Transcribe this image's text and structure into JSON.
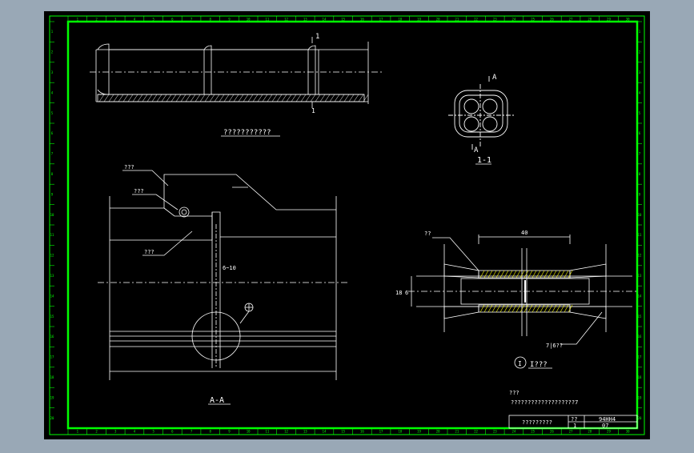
{
  "colors": {
    "viewport_bg": "#99a8b6",
    "sheet_bg": "#000000",
    "frame": "#00ff00",
    "line": "#ffffff",
    "highlight": "#ffff00"
  },
  "titles": {
    "elevation": "???????????",
    "section_11": "1-1",
    "section_aa": "A-A",
    "detail_i": "I???"
  },
  "marks": {
    "cut_1": "1",
    "cut_1b": "1",
    "cut_a_top": "A",
    "cut_a_bottom": "A",
    "detail_circle": "I"
  },
  "labels": {
    "aa_top": "???",
    "aa_mid": "???",
    "aa_low": "???",
    "aa_dim": "6~10",
    "det_leader": "??",
    "det_width": "40",
    "det_height": "18",
    "det_side": "6",
    "det_bottom": "7|6??"
  },
  "notes": {
    "label": "???",
    "text": "???????????????????7"
  },
  "title_block": {
    "name": "?????????",
    "scale_label": "??",
    "scale_value": "1",
    "drawing_no": "94HH4",
    "sheet": "07"
  },
  "border_digits": [
    "1",
    "2",
    "3",
    "4",
    "5",
    "6",
    "7",
    "8",
    "9",
    "10",
    "11",
    "12",
    "13",
    "14",
    "15",
    "16",
    "17",
    "18",
    "19",
    "20",
    "21",
    "22",
    "23",
    "24",
    "25",
    "26",
    "27",
    "28",
    "29",
    "30"
  ],
  "side_digits": [
    "1",
    "2",
    "3",
    "4",
    "5",
    "6",
    "7",
    "8",
    "9",
    "10",
    "11",
    "12",
    "13",
    "14",
    "15",
    "16",
    "17",
    "18",
    "19",
    "20"
  ]
}
